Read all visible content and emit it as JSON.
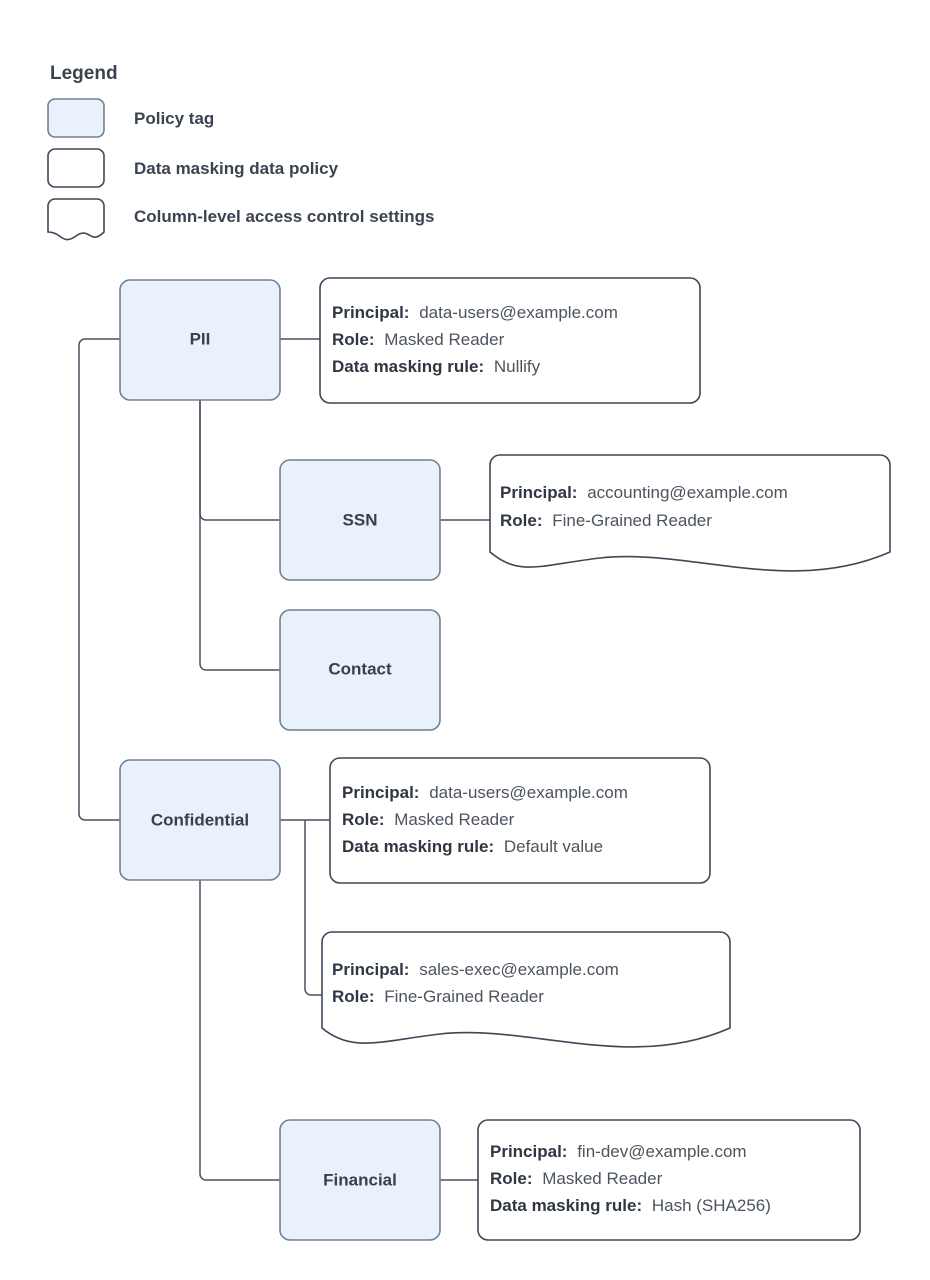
{
  "legend": {
    "title": "Legend",
    "items": [
      {
        "icon": "filled-rounded-rect-swatch",
        "label": "Policy tag"
      },
      {
        "icon": "outlined-rounded-rect-swatch",
        "label": "Data masking data policy"
      },
      {
        "icon": "wavy-bottom-document-swatch",
        "label": "Column-level access control settings"
      }
    ]
  },
  "colors": {
    "policy_tag_fill": "#e9f1fd",
    "policy_tag_border": "#73808f",
    "document_border": "#3d4756",
    "connector": "#4a5260",
    "text": "#3b4351"
  },
  "nodes": [
    {
      "id": "pii",
      "label": "PII"
    },
    {
      "id": "ssn",
      "label": "SSN"
    },
    {
      "id": "contact",
      "label": "Contact"
    },
    {
      "id": "confidential",
      "label": "Confidential"
    },
    {
      "id": "financial",
      "label": "Financial"
    }
  ],
  "labels": {
    "principal": "Principal:",
    "role": "Role:",
    "masking_rule": "Data masking rule:"
  },
  "policies": [
    {
      "id": "pii-policy",
      "shape": "rounded-rect",
      "attached_to": "pii",
      "principal": "data-users@example.com",
      "role": "Masked Reader",
      "masking_rule": "Nullify"
    },
    {
      "id": "ssn-policy",
      "shape": "wavy-document",
      "attached_to": "ssn",
      "principal": "accounting@example.com",
      "role": "Fine-Grained Reader",
      "masking_rule": null
    },
    {
      "id": "confidential-policy",
      "shape": "rounded-rect",
      "attached_to": "confidential",
      "principal": "data-users@example.com",
      "role": "Masked Reader",
      "masking_rule": "Default value"
    },
    {
      "id": "confidential-access",
      "shape": "wavy-document",
      "attached_to": "confidential",
      "principal": "sales-exec@example.com",
      "role": "Fine-Grained Reader",
      "masking_rule": null
    },
    {
      "id": "financial-policy",
      "shape": "rounded-rect",
      "attached_to": "financial",
      "principal": "fin-dev@example.com",
      "role": "Masked Reader",
      "masking_rule": "Hash (SHA256)"
    }
  ]
}
